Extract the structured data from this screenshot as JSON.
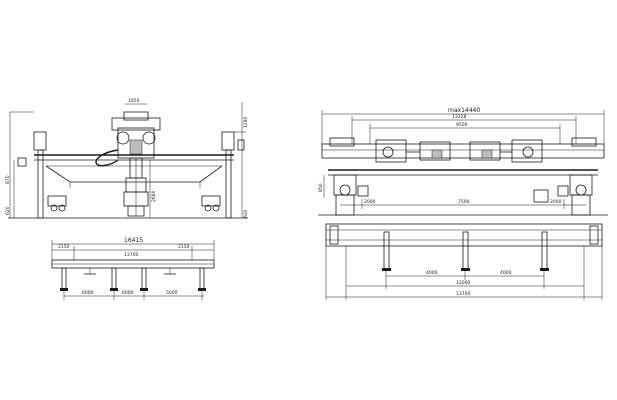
{
  "drawing": {
    "left_top": {
      "dimensions": {
        "top_small": "1850",
        "right_vertical": "1280",
        "left_small": "870",
        "left_bottom": "620",
        "mid_vertical": "2680",
        "right_bottom": "620"
      }
    },
    "left_bottom": {
      "dimensions": {
        "total": "16415",
        "left_seg": "2150",
        "mid_seg": "13700",
        "right_seg": "2150",
        "bottom_left": "6000",
        "bottom_mid": "6000",
        "bottom_right": "5000"
      }
    },
    "right_top": {
      "dimensions": {
        "overall": "max14440",
        "second": "13328",
        "third": "9500",
        "left_height": "850",
        "left_span": "2000",
        "mid_span": "7500",
        "right_span": "2000"
      }
    },
    "right_bottom": {
      "dimensions": {
        "left_seg": "4000",
        "right_seg": "4000",
        "inner": "12000",
        "overall": "13700"
      }
    }
  }
}
